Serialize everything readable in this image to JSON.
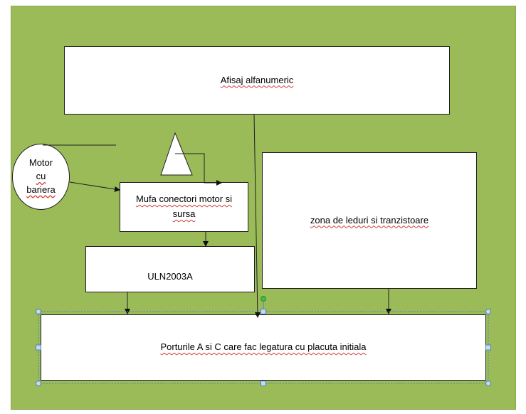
{
  "diagram": {
    "nodes": {
      "afisaj": "Afisaj alfanumeric",
      "mufa": "Mufa conectori motor si sursa",
      "uln": "ULN2003A",
      "zona": "zona de leduri si tranzistoare",
      "porturi": "Porturile A si C care fac legatura cu placuta initiala",
      "motor_line1": "Motor",
      "motor_line2": "cu",
      "motor_line3": "bariera"
    },
    "edges": [
      {
        "from": "motor",
        "to": "mufa"
      },
      {
        "from": "mufa",
        "to": "uln"
      },
      {
        "from": "uln",
        "to": "porturi"
      },
      {
        "from": "zona",
        "to": "porturi"
      },
      {
        "from": "afisaj",
        "to": "porturi"
      },
      {
        "from": "triangle",
        "to": "mufa"
      }
    ],
    "colors": {
      "background": "#9bbb59",
      "box_fill": "#ffffff",
      "stroke": "#1f1f1f",
      "selection": "#4f81bd",
      "rotate_handle": "#3fbf3f"
    }
  }
}
